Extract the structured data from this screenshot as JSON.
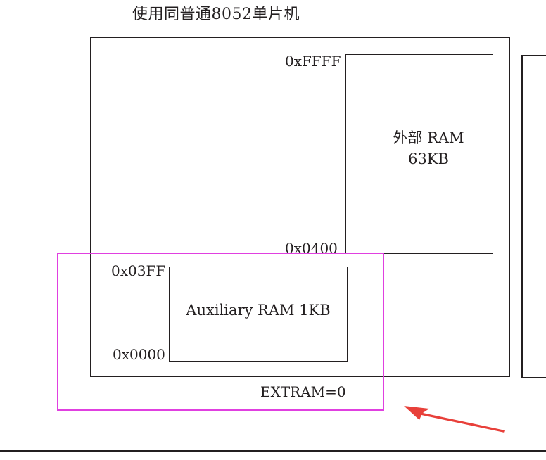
{
  "diagram": {
    "title": "使用同普通8052单片机",
    "external_ram": {
      "label_line1": "外部 RAM",
      "label_line2": "63KB",
      "addr_top": "0xFFFF",
      "addr_bottom": "0x0400"
    },
    "auxiliary_ram": {
      "label": "Auxiliary RAM 1KB",
      "addr_top": "0x03FF",
      "addr_bottom": "0x0000"
    },
    "mode_label": "EXTRAM=0"
  },
  "colors": {
    "highlight": "#e040e0",
    "arrow": "#e8403a",
    "line": "#231f20"
  }
}
